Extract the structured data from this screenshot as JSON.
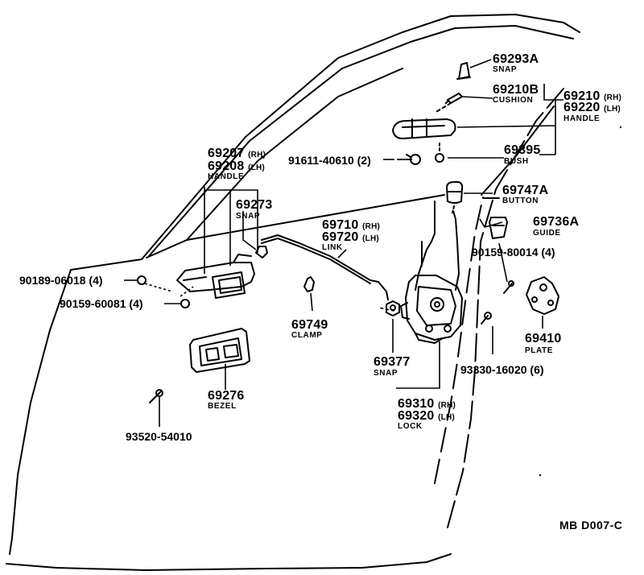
{
  "callouts": {
    "c69293A": {
      "pn": "69293A",
      "name": "SNAP"
    },
    "c69210B": {
      "pn": "69210B",
      "name": "CUSHION"
    },
    "c69210": {
      "pn_rh": "69210",
      "pn_lh": "69220",
      "rh": "(RH)",
      "lh": "(LH)",
      "name": "HANDLE"
    },
    "c69395": {
      "pn": "69395",
      "name": "BUSH"
    },
    "c69747A": {
      "pn": "69747A",
      "name": "BUTTON"
    },
    "c69736A": {
      "pn": "69736A",
      "name": "GUIDE"
    },
    "c69207": {
      "pn_rh": "69207",
      "pn_lh": "69208",
      "rh": "(RH)",
      "lh": "(LH)",
      "name": "HANDLE"
    },
    "c91611": {
      "pn": "91611-40610 (2)"
    },
    "c69273": {
      "pn": "69273",
      "name": "SNAP"
    },
    "c69710": {
      "pn_rh": "69710",
      "pn_lh": "69720",
      "rh": "(RH)",
      "lh": "(LH)",
      "name": "LINK"
    },
    "c90159_80014": {
      "pn": "90159-80014 (4)"
    },
    "c90189": {
      "pn": "90189-06018 (4)"
    },
    "c90159_60081": {
      "pn": "90159-60081 (4)"
    },
    "c69749": {
      "pn": "69749",
      "name": "CLAMP"
    },
    "c69410": {
      "pn": "69410",
      "name": "PLATE"
    },
    "c93330": {
      "pn": "93330-16020 (6)"
    },
    "c69377": {
      "pn": "69377",
      "name": "SNAP"
    },
    "c69276": {
      "pn": "69276",
      "name": "BEZEL"
    },
    "c69310": {
      "pn_rh": "69310",
      "pn_lh": "69320",
      "rh": "(RH)",
      "lh": "(LH)",
      "name": "LOCK"
    },
    "c93520": {
      "pn": "93520-54010"
    }
  },
  "footer": {
    "code": "MB  D007-C"
  }
}
